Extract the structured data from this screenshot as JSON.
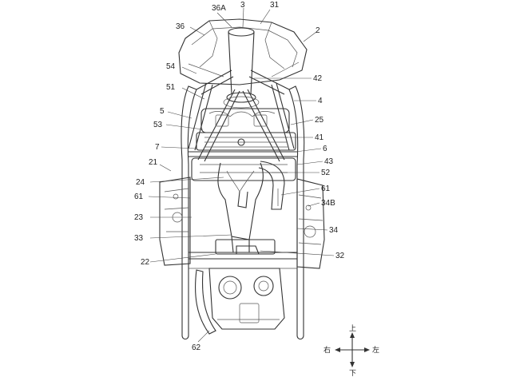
{
  "figure": {
    "labels": [
      {
        "id": "l36A",
        "text": "36A"
      },
      {
        "id": "l3",
        "text": "3"
      },
      {
        "id": "l31",
        "text": "31"
      },
      {
        "id": "l36",
        "text": "36"
      },
      {
        "id": "l2",
        "text": "2"
      },
      {
        "id": "l54",
        "text": "54"
      },
      {
        "id": "l42",
        "text": "42"
      },
      {
        "id": "l51",
        "text": "51"
      },
      {
        "id": "l4",
        "text": "4"
      },
      {
        "id": "l5",
        "text": "5"
      },
      {
        "id": "l25",
        "text": "25"
      },
      {
        "id": "l53",
        "text": "53"
      },
      {
        "id": "l41",
        "text": "41"
      },
      {
        "id": "l7",
        "text": "7"
      },
      {
        "id": "l6",
        "text": "6"
      },
      {
        "id": "l21",
        "text": "21"
      },
      {
        "id": "l43",
        "text": "43"
      },
      {
        "id": "l52",
        "text": "52"
      },
      {
        "id": "l24",
        "text": "24"
      },
      {
        "id": "l61a",
        "text": "61"
      },
      {
        "id": "l61b",
        "text": "61"
      },
      {
        "id": "l34B",
        "text": "34B"
      },
      {
        "id": "l23",
        "text": "23"
      },
      {
        "id": "l33",
        "text": "33"
      },
      {
        "id": "l34",
        "text": "34"
      },
      {
        "id": "l22",
        "text": "22"
      },
      {
        "id": "l32",
        "text": "32"
      },
      {
        "id": "l62",
        "text": "62"
      }
    ],
    "direction": {
      "up": "上",
      "down": "下",
      "left": "左",
      "right": "右"
    }
  }
}
